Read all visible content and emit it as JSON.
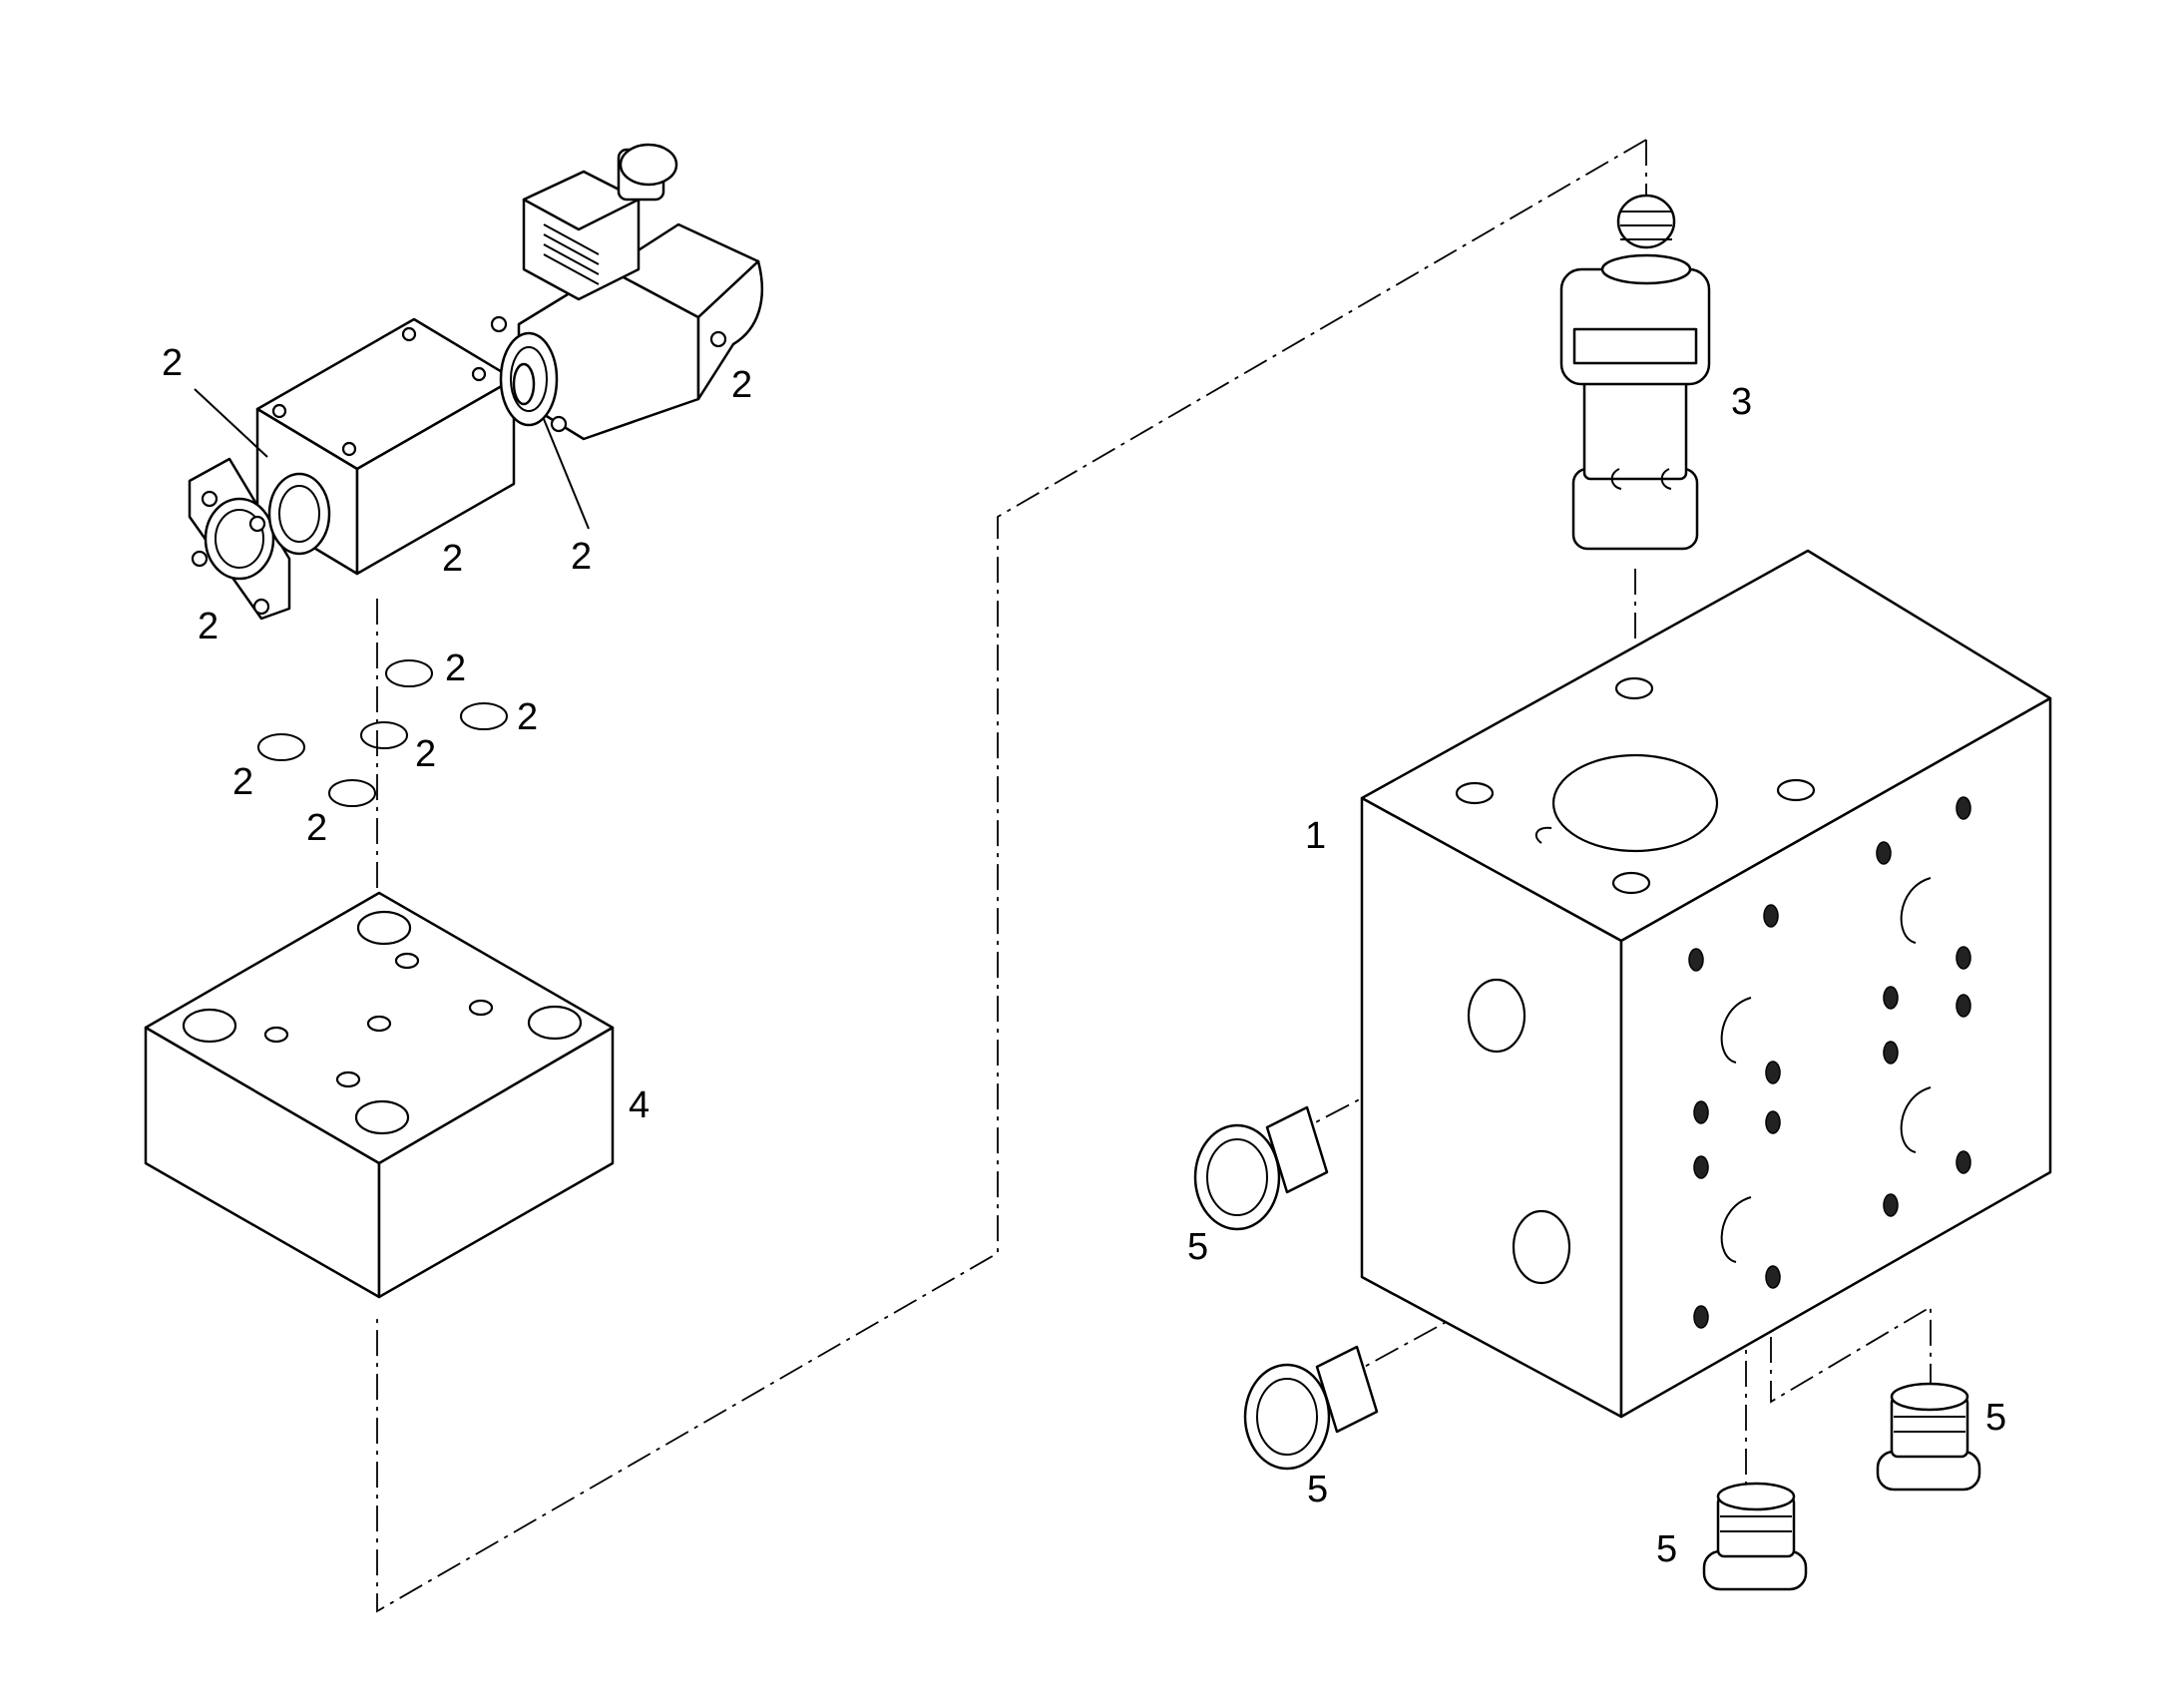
{
  "diagram": {
    "callouts": {
      "block": "1",
      "valve_group": "2",
      "cartridge": "3",
      "subplate": "4",
      "plug": "5"
    }
  }
}
